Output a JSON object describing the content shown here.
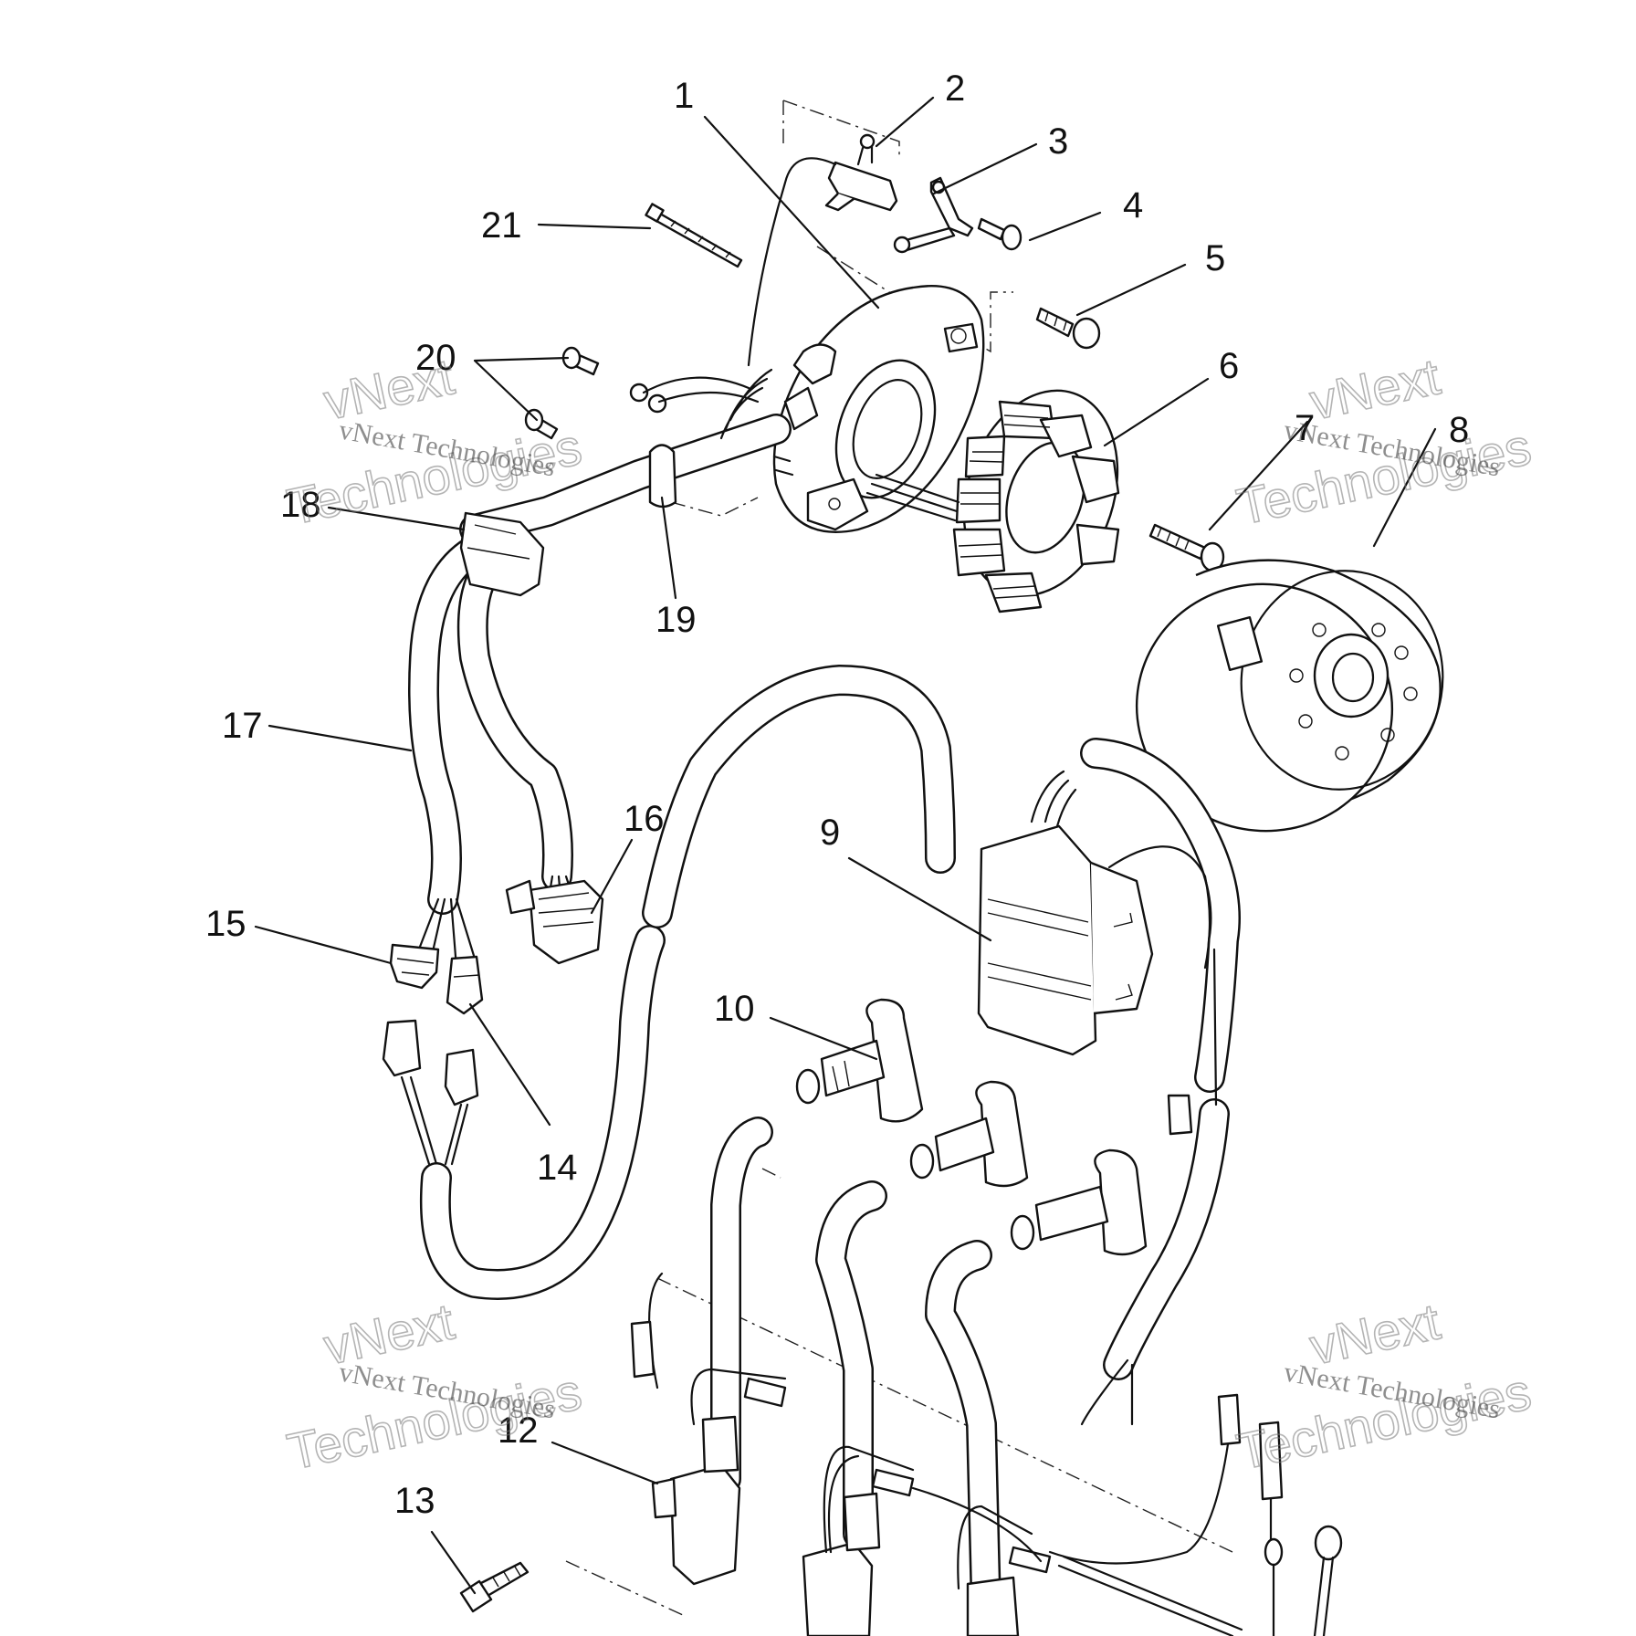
{
  "callouts": [
    {
      "id": "1",
      "label": "1"
    },
    {
      "id": "2",
      "label": "2"
    },
    {
      "id": "3",
      "label": "3"
    },
    {
      "id": "4",
      "label": "4"
    },
    {
      "id": "5",
      "label": "5"
    },
    {
      "id": "6",
      "label": "6"
    },
    {
      "id": "7",
      "label": "7"
    },
    {
      "id": "8",
      "label": "8"
    },
    {
      "id": "9",
      "label": "9"
    },
    {
      "id": "10",
      "label": "10"
    },
    {
      "id": "12",
      "label": "12"
    },
    {
      "id": "13",
      "label": "13"
    },
    {
      "id": "14",
      "label": "14"
    },
    {
      "id": "15",
      "label": "15"
    },
    {
      "id": "16",
      "label": "16"
    },
    {
      "id": "17",
      "label": "17"
    },
    {
      "id": "18",
      "label": "18"
    },
    {
      "id": "19",
      "label": "19"
    },
    {
      "id": "20",
      "label": "20"
    },
    {
      "id": "21",
      "label": "21"
    }
  ],
  "watermark": {
    "line1": "vNext Technologies",
    "line2": "vNext",
    "line3": "Technologies"
  }
}
